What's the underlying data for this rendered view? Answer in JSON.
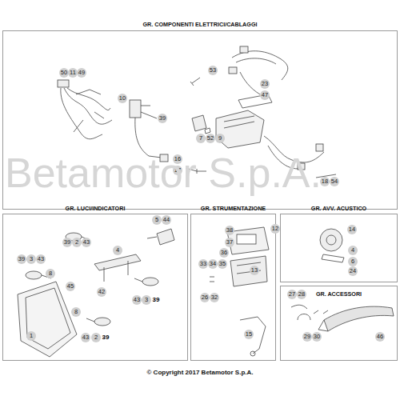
{
  "diagram": {
    "caption": "© Copyright 2017 Betamotor S.p.A.",
    "nodes": [
      {
        "text": [
          "GR. COMPONENTI ELETTRICI/CABLAGGI"
        ]
      },
      {
        "text": [
          "GR. LUCI/INDICATORI"
        ]
      },
      {
        "text": [
          "GR. STRUMENTAZIONE"
        ]
      },
      {
        "text": [
          "GR. AVV. ACUSTICO"
        ]
      },
      {
        "text": [
          "GR. ACCESSORI"
        ]
      }
    ],
    "labels": [
      "50",
      "11",
      "49",
      "53",
      "10",
      "39",
      "23",
      "47",
      "7",
      "52",
      "9",
      "16",
      "17",
      "18",
      "54",
      "Betamotor S.p.A.",
      "39",
      "2",
      "43",
      "5",
      "44",
      "4",
      "39",
      "3",
      "43",
      "8",
      "45",
      "42",
      "43",
      "3",
      "39",
      "8",
      "1",
      "43",
      "2",
      "39",
      "38",
      "12",
      "37",
      "36",
      "33",
      "34",
      "35",
      "13",
      "26",
      "32",
      "15",
      "14",
      "4",
      "6",
      "24",
      "27",
      "28",
      "29",
      "30",
      "46"
    ]
  }
}
